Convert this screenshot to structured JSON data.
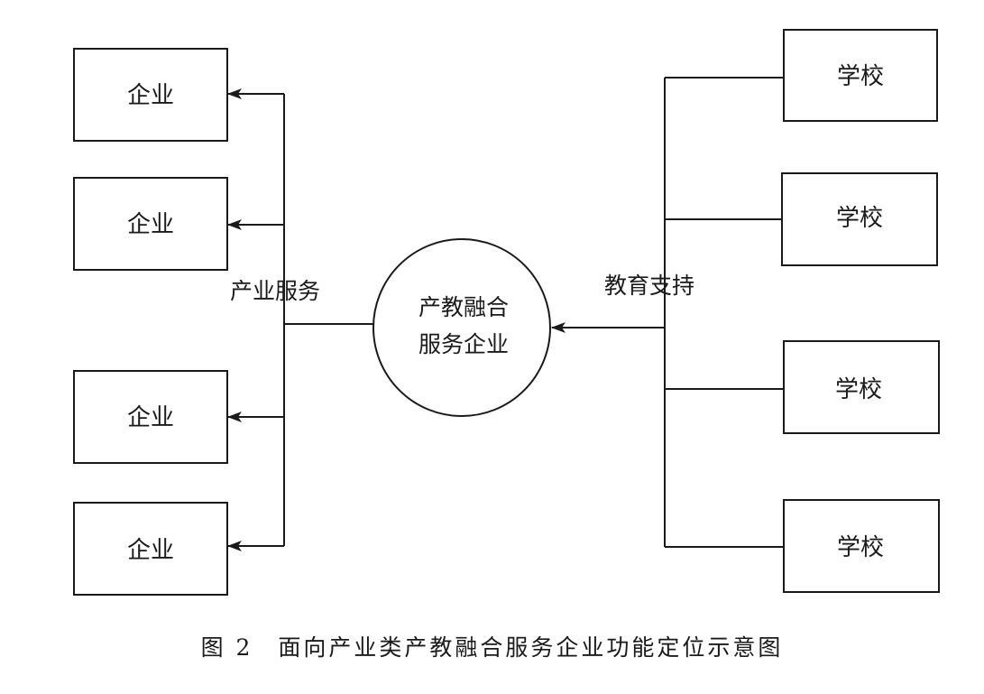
{
  "center_node": {
    "line1": "产教融合",
    "line2": "服务企业"
  },
  "left_label": "产业服务",
  "right_label": "教育支持",
  "enterprises": [
    "企业",
    "企业",
    "企业",
    "企业"
  ],
  "schools": [
    "学校",
    "学校",
    "学校",
    "学校"
  ],
  "caption": {
    "number": "图 2",
    "text": "面向产业类产教融合服务企业功能定位示意图"
  }
}
